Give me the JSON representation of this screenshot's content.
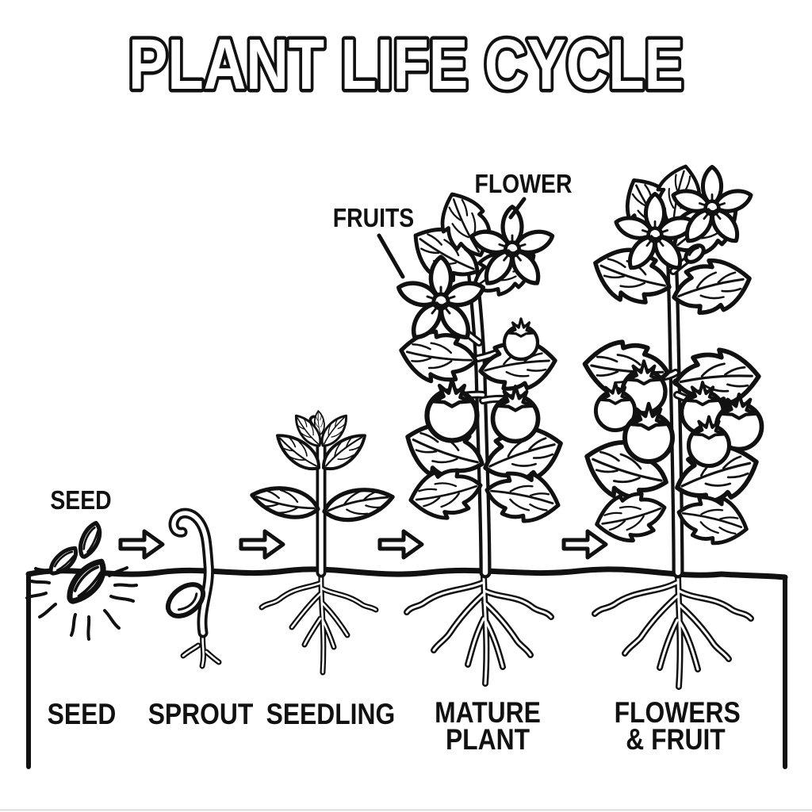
{
  "title": "PLANT LIFE CYCLE",
  "callouts": {
    "seed": "SEED",
    "fruits": "FRUITS",
    "flower": "FLOWER"
  },
  "stages": [
    {
      "id": "seed",
      "label_lines": [
        "SEED"
      ]
    },
    {
      "id": "sprout",
      "label_lines": [
        "SPROUT"
      ]
    },
    {
      "id": "seedling",
      "label_lines": [
        "SEEDLING"
      ]
    },
    {
      "id": "mature-plant",
      "label_lines": [
        "MATURE",
        "PLANT"
      ]
    },
    {
      "id": "flowers-fruit",
      "label_lines": [
        "FLOWERS",
        "& FRUIT"
      ]
    }
  ],
  "icons": {
    "stage_arrow": "right-block-arrow",
    "arrow_count": 4
  },
  "colors": {
    "line": "#111111",
    "background": "#ffffff",
    "title_fill": "#ffffff"
  }
}
